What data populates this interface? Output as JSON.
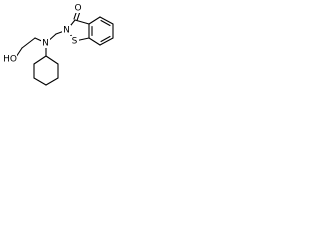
{
  "molecule": {
    "atoms": {
      "oxygen_carbonyl": "O",
      "nitrogen_ring": "N",
      "sulfur_ring": "S",
      "nitrogen_amine": "N",
      "hydroxyl": "HO"
    },
    "colors": {
      "bond": "#000000",
      "label": "#000000",
      "background": "#ffffff"
    }
  }
}
